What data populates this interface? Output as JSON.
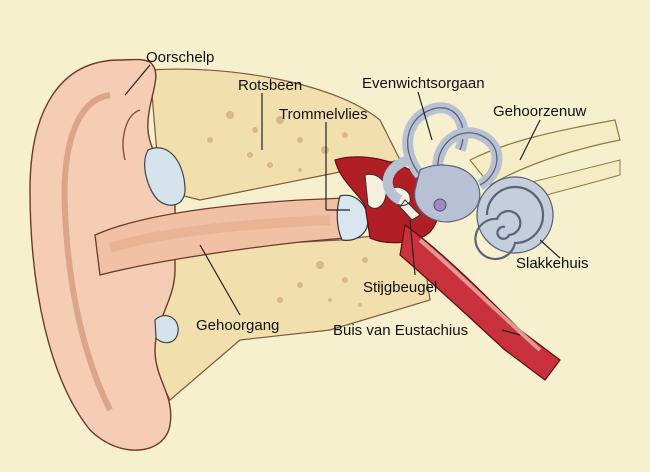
{
  "labels": {
    "oorschelp": "Oorschelp",
    "rotsbeen": "Rotsbeen",
    "trommelvlies": "Trommelvlies",
    "evenwichtsorgaan": "Evenwichtsorgaan",
    "gehoorzenuw": "Gehoorzenuw",
    "slakkehuis": "Slakkehuis",
    "stijgbeugel": "Stijgbeugel",
    "gehoorgang": "Gehoorgang",
    "buis_van_eustachius": "Buis van Eustachius"
  },
  "colors": {
    "background": "#f7f0cf",
    "skin": "#f4cdb4",
    "skin_shadow": "#e2a98a",
    "bone": "#f1dfae",
    "bone_speckle": "#d9b98a",
    "canal": "#f2c0a4",
    "middle_ear": "#b21e26",
    "inner_ear": "#b7c1d3",
    "nerve": "#f5ecc4",
    "eustachian": "#c9323c"
  }
}
